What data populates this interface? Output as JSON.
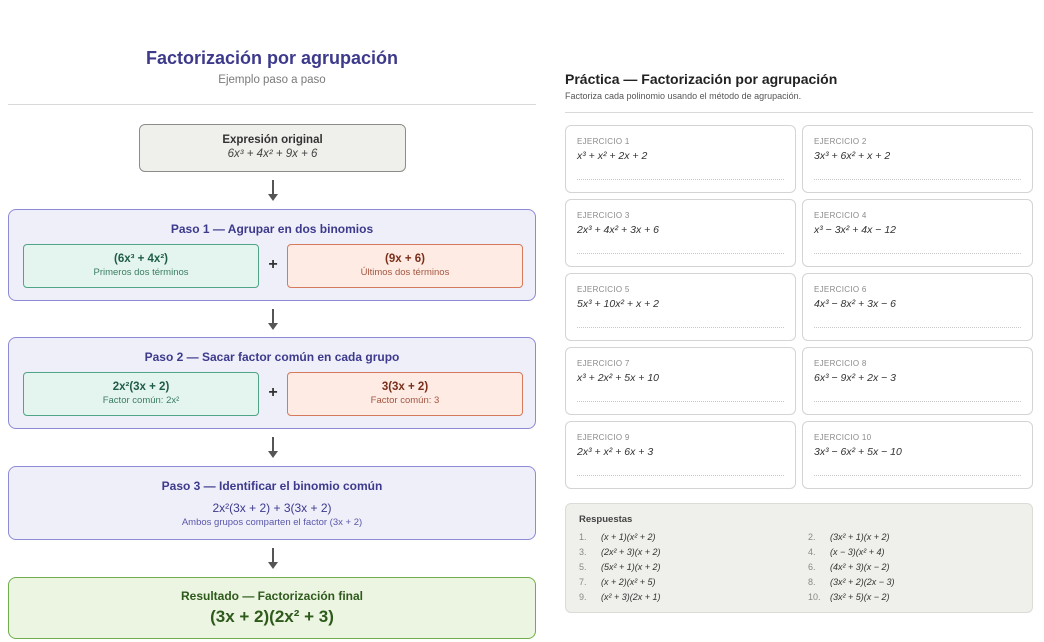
{
  "example": {
    "title": "Factorización por agrupación",
    "subtitle": "Ejemplo paso a paso",
    "original": {
      "label": "Expresión original",
      "expression": "6x³ + 4x² + 9x + 6"
    },
    "step1": {
      "title": "Paso 1 — Agrupar en dos binomios",
      "group_a": {
        "main": "(6x³ + 4x²)",
        "sub": "Primeros dos términos"
      },
      "operator": "+",
      "group_b": {
        "main": "(9x + 6)",
        "sub": "Últimos dos términos"
      }
    },
    "step2": {
      "title": "Paso 2 — Sacar factor común en cada grupo",
      "group_a": {
        "main": "2x²(3x + 2)",
        "sub": "Factor común: 2x²"
      },
      "operator": "+",
      "group_b": {
        "main": "3(3x + 2)",
        "sub": "Factor común: 3"
      }
    },
    "step3": {
      "title": "Paso 3 — Identificar el binomio común",
      "expression": "2x²(3x + 2) + 3(3x + 2)",
      "note": "Ambos grupos comparten el factor (3x + 2)"
    },
    "result": {
      "label": "Resultado — Factorización final",
      "expression": "(3x + 2)(2x² + 3)"
    }
  },
  "practice": {
    "title": "Práctica — Factorización por agrupación",
    "instructions": "Factoriza cada polinomio usando el método de agrupación.",
    "exercises": [
      {
        "label": "EJERCICIO 1",
        "expression": "x³ + x² + 2x + 2"
      },
      {
        "label": "EJERCICIO 2",
        "expression": "3x³ + 6x² + x + 2"
      },
      {
        "label": "EJERCICIO 3",
        "expression": "2x³ + 4x² + 3x + 6"
      },
      {
        "label": "EJERCICIO 4",
        "expression": "x³ − 3x² + 4x − 12"
      },
      {
        "label": "EJERCICIO 5",
        "expression": "5x³ + 10x² + x + 2"
      },
      {
        "label": "EJERCICIO 6",
        "expression": "4x³ − 8x² + 3x − 6"
      },
      {
        "label": "EJERCICIO 7",
        "expression": "x³ + 2x² + 5x + 10"
      },
      {
        "label": "EJERCICIO 8",
        "expression": "6x³ − 9x² + 2x − 3"
      },
      {
        "label": "EJERCICIO 9",
        "expression": "2x³ + x² + 6x + 3"
      },
      {
        "label": "EJERCICIO 10",
        "expression": "3x³ − 6x² + 5x − 10"
      }
    ],
    "answers_title": "Respuestas",
    "answers": [
      {
        "num": "1.",
        "text": "(x + 1)(x² + 2)"
      },
      {
        "num": "2.",
        "text": "(3x² + 1)(x + 2)"
      },
      {
        "num": "3.",
        "text": "(2x² + 3)(x + 2)"
      },
      {
        "num": "4.",
        "text": "(x − 3)(x² + 4)"
      },
      {
        "num": "5.",
        "text": "(5x² + 1)(x + 2)"
      },
      {
        "num": "6.",
        "text": "(4x² + 3)(x − 2)"
      },
      {
        "num": "7.",
        "text": "(x + 2)(x² + 5)"
      },
      {
        "num": "8.",
        "text": "(3x² + 2)(2x − 3)"
      },
      {
        "num": "9.",
        "text": "(x² + 3)(2x + 1)"
      },
      {
        "num": "10.",
        "text": "(3x² + 5)(x − 2)"
      }
    ]
  }
}
